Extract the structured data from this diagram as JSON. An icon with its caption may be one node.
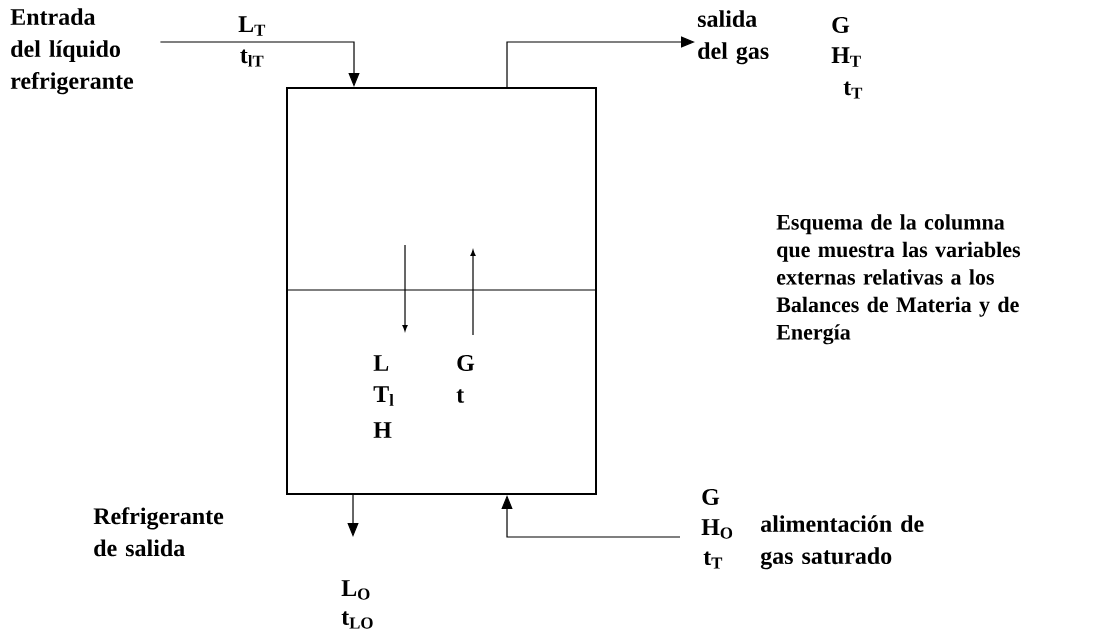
{
  "diagram": {
    "nodes": [
      {
        "text": [],
        "shape": "box"
      },
      {
        "text": [
          "Entrada del líquido refrigerante"
        ]
      },
      {
        "text": [
          "salida del gas"
        ],
        "beside": [
          "G",
          "H$_{T}$",
          "t$_{T}$"
        ]
      },
      {
        "text": [
          "alimentación de gas saturado"
        ],
        "beside": [
          "G",
          "H$_{O}$",
          "t$_{T}$"
        ]
      }
    ],
    "edges": [
      {
        "from": 1,
        "to": 0,
        "arrow": "to",
        "label": "L$_{T}$"
      },
      {
        "from": 0,
        "to": 2,
        "arrow": "to"
      },
      {
        "from": 0,
        "to": null,
        "arrow": "to"
      },
      {
        "from": 3,
        "to": 0,
        "arrow": "to"
      }
    ],
    "labels": [
      "t$_{lT}$",
      "Esquema de la columna que muestra las variables externas relativas a los Balances de Materia y de Energía",
      "L",
      "G",
      "T$_{l}$",
      "t",
      "H",
      "Refrigerante de salida",
      "L$_{O}$",
      "t$_{LO}$"
    ]
  }
}
